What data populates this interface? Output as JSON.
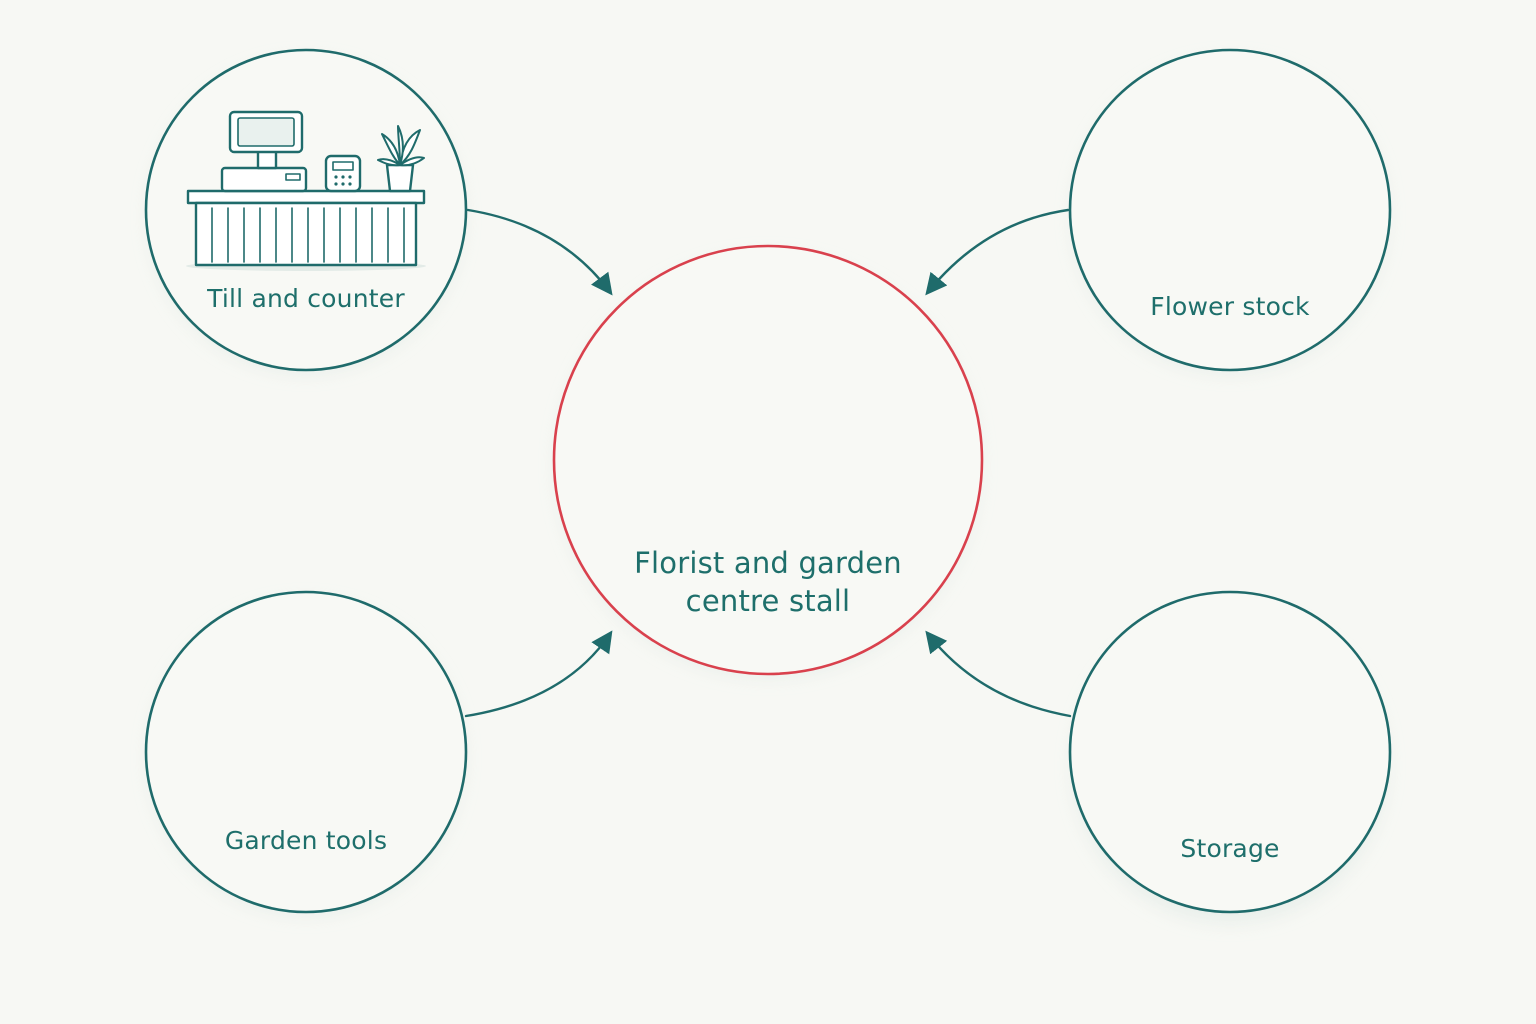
{
  "diagram": {
    "center": {
      "label_line1": "Florist and garden",
      "label_line2": "centre stall",
      "icon": "market-stall-icon"
    },
    "nodes": [
      {
        "id": "till",
        "label": "Till and counter",
        "icon": "till-counter-icon"
      },
      {
        "id": "flowers",
        "label": "Flower stock",
        "icon": "potted-flowers-icon"
      },
      {
        "id": "tools",
        "label": "Garden tools",
        "icon": "garden-tools-icon"
      },
      {
        "id": "storage",
        "label": "Storage",
        "icon": "storage-shelf-icon"
      }
    ],
    "colors": {
      "node_stroke": "#1f6b6b",
      "center_stroke": "#d9414d",
      "text": "#1e6f6b",
      "accent_red": "#e05a63",
      "background": "#f7f8f4"
    }
  }
}
